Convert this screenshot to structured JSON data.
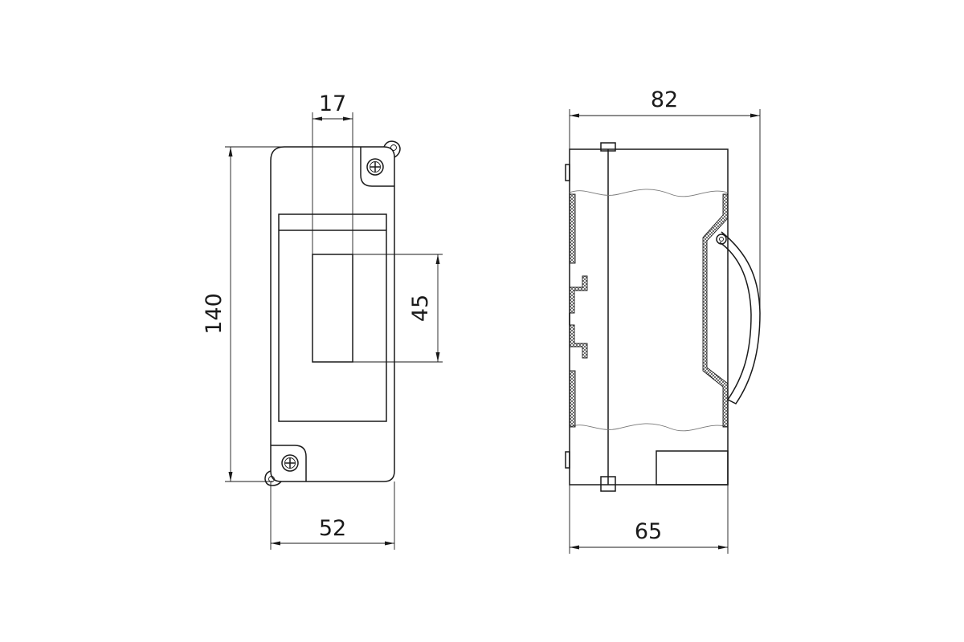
{
  "drawing": {
    "front_view": {
      "dim_width": "52",
      "dim_height": "140",
      "dim_window_width": "17",
      "dim_window_height": "45"
    },
    "side_view": {
      "dim_depth_total": "82",
      "dim_depth_body": "65"
    }
  }
}
